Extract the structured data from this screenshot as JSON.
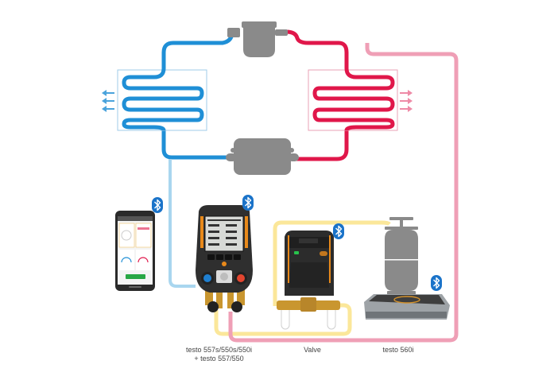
{
  "diagram": {
    "title": "Refrigeration circuit with testo smart measuring instruments",
    "components": {
      "compressor": "compressor",
      "expansion_valve": "expansion valve",
      "evaporator": "evaporator",
      "condenser": "condenser"
    },
    "devices": [
      {
        "id": "smartphone",
        "label": "",
        "bluetooth": true
      },
      {
        "id": "manifold",
        "label_line1": "testo 557s/550s/550i",
        "label_line2": "+ testo 557/550",
        "bluetooth": true
      },
      {
        "id": "valve",
        "label": "Valve",
        "bluetooth": true
      },
      {
        "id": "scale",
        "label": "testo 560i",
        "bluetooth": true
      }
    ],
    "colors": {
      "cold_line": "#1f8fd6",
      "hot_line": "#e0174a",
      "suction_hose": "#a9d6ef",
      "yellow_hose": "#fbe79a",
      "pink_hose": "#ef9fb6",
      "component_gray": "#8a8a8a",
      "bluetooth": "#1a73c9"
    }
  }
}
